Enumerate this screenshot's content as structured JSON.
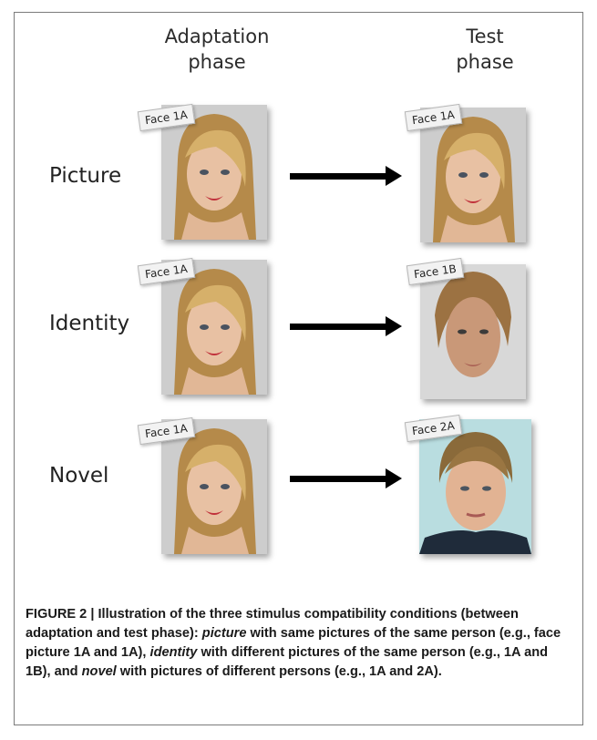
{
  "figure": {
    "col_left": [
      "Adaptation",
      "phase"
    ],
    "col_right": [
      "Test",
      "phase"
    ],
    "rows": [
      {
        "label": "Picture",
        "adapt_tag": "Face 1A",
        "test_tag": "Face 1A"
      },
      {
        "label": "Identity",
        "adapt_tag": "Face 1A",
        "test_tag": "Face 1B"
      },
      {
        "label": "Novel",
        "adapt_tag": "Face 1A",
        "test_tag": "Face 2A"
      }
    ]
  },
  "caption": {
    "lead": "FIGURE 2 | Illustration of the three stimulus compatibility conditions (between adaptation and test phase): ",
    "t1": "picture",
    "s1": " with same pictures of the same person (e.g., face picture 1A and 1A), ",
    "t2": "identity",
    "s2": " with different pictures of the same person (e.g., 1A and 1B), and ",
    "t3": "novel",
    "s3": " with pictures of different persons (e.g., 1A and 2A)."
  }
}
